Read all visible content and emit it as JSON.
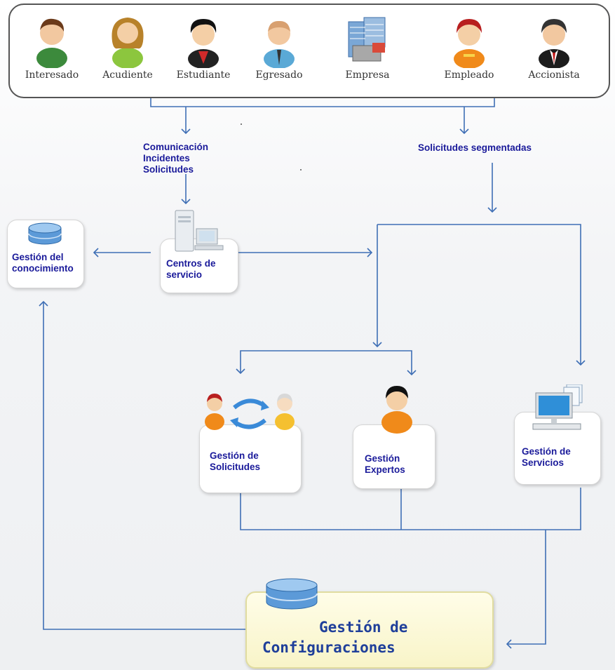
{
  "actors": [
    {
      "label": "Interesado",
      "icon": "person-green-icon"
    },
    {
      "label": "Acudiente",
      "icon": "person-woman-icon"
    },
    {
      "label": "Estudiante",
      "icon": "person-student-icon"
    },
    {
      "label": "Egresado",
      "icon": "person-graduate-icon"
    },
    {
      "label": "Empresa",
      "icon": "buildings-icon"
    },
    {
      "label": "Empleado",
      "icon": "person-employee-icon"
    },
    {
      "label": "Accionista",
      "icon": "person-shareholder-icon"
    }
  ],
  "flows": {
    "left_label_lines": [
      "Comunicación",
      "Incidentes",
      "Solicitudes"
    ],
    "right_label": "Solicitudes segmentadas"
  },
  "nodes": {
    "knowledge": {
      "line1": "Gestión del",
      "line2": "conocimiento",
      "icon": "database-icon"
    },
    "service_centers": {
      "line1": "Centros de",
      "line2": "servicio",
      "icon": "server-computer-icon"
    },
    "requests": {
      "line1": "Gestión de",
      "line2": "Solicitudes",
      "icon": "people-exchange-icon"
    },
    "experts": {
      "line1": "Gestión",
      "line2": "Expertos",
      "icon": "expert-person-icon"
    },
    "services": {
      "line1": "Gestión de",
      "line2": "Servicios",
      "icon": "computer-monitor-icon"
    },
    "configurations": {
      "line1": "Gestión de",
      "line2": "Configuraciones",
      "icon": "database-icon"
    }
  },
  "colors": {
    "connector": "#3f6fb5",
    "label_text": "#1a1a9a",
    "config_fill": "#fbf7d6",
    "config_text": "#1f3f9a"
  }
}
